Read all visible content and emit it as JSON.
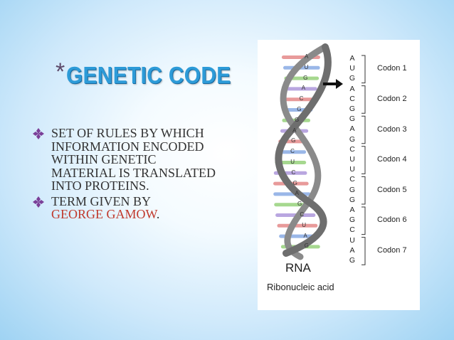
{
  "title": {
    "star": "*",
    "text": "GENETIC CODE"
  },
  "bullets": [
    {
      "text": "SET OF RULES BY WHICH INFORMATION ENCODED WITHIN GENETIC MATERIAL IS TRANSLATED INTO PROTEINS."
    },
    {
      "prefix": "TERM GIVEN BY ",
      "highlight": "GEORGE GAMOW",
      "suffix": "."
    }
  ],
  "figure": {
    "sequence": [
      "A",
      "U",
      "G",
      "A",
      "C",
      "G",
      "G",
      "A",
      "G",
      "C",
      "U",
      "U",
      "C",
      "G",
      "G",
      "A",
      "G",
      "C",
      "U",
      "A",
      "G"
    ],
    "codons": [
      "Codon 1",
      "Codon 2",
      "Codon 3",
      "Codon 4",
      "Codon 5",
      "Codon 6",
      "Codon 7"
    ],
    "bases": [
      "A",
      "U",
      "G",
      "A",
      "C",
      "G",
      "G",
      "A",
      "G",
      "C",
      "U",
      "C",
      "G",
      "A",
      "G",
      "C",
      "U",
      "A",
      "G"
    ],
    "label": "RNA",
    "sublabel": "Ribonucleic acid",
    "colors": {
      "accent": "#2d9bd8",
      "highlight": "#c0392b",
      "bullet": "#7b3f98"
    },
    "icons": [
      "arrow-right-icon",
      "diamond-bullet-icon"
    ]
  }
}
